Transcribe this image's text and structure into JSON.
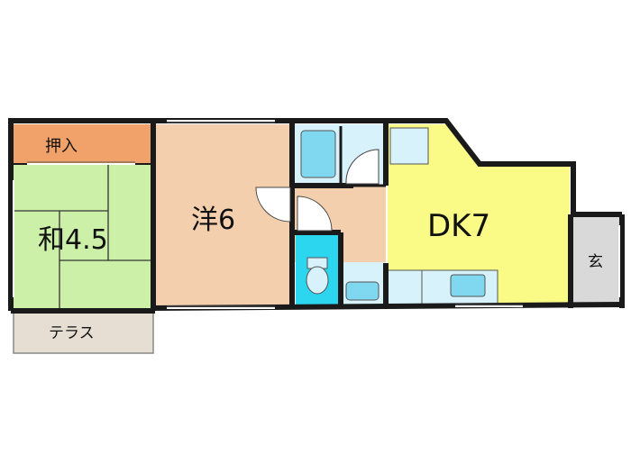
{
  "rooms": {
    "closet": "押入",
    "washitsu": "和4.5",
    "youshitsu": "洋6",
    "dk": "DK7",
    "entrance": "玄",
    "terrace": "テラス"
  },
  "colors": {
    "tatami": "#ccf0a8",
    "wood": "#f3cfae",
    "closet": "#f1a26a",
    "dk": "#fafa87",
    "wet": "#d7f2fb",
    "fixture": "#7fd8f0",
    "toilet": "#2dd6ef",
    "entrance": "#d9d9d9",
    "terrace": "#e6ddd3",
    "wall": "#1a1a1a"
  }
}
